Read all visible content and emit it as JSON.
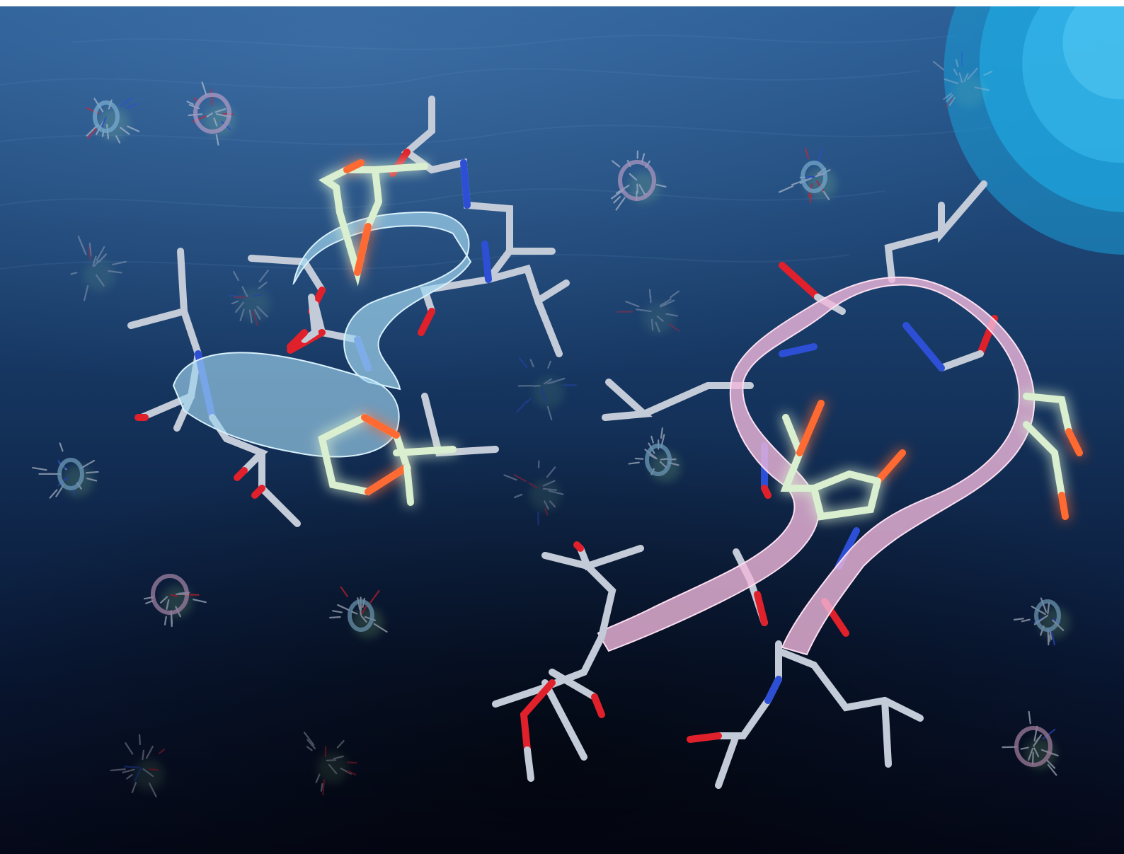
{
  "scene": {
    "kind": "molecular-illustration",
    "palette": {
      "background_top": "#2a5d95",
      "background_mid": "#102a52",
      "background_bottom": "#05091a",
      "top_strip": "#ffffff",
      "corner_arc": "#1aa6e0",
      "helix_ribbon": "#9fd4ef",
      "loop_ribbon": "#f0b8dc",
      "carbon": "#c4cbd8",
      "nitrogen": "#2c4fd6",
      "oxygen": "#e0202a",
      "glow": "#b8ff9a",
      "glow_bond": "#d9efcf",
      "glow_hetero": "#ff6a30"
    },
    "helix_molecule": {
      "structure": "alpha-helix",
      "ribbon_icon": "helix-ribbon-icon",
      "highlighted_rings": 2
    },
    "loop_molecule": {
      "structure": "cyclic-peptide-loop",
      "ribbon_icon": "loop-ribbon-icon",
      "highlighted_side_chains": 3
    },
    "background_molecules": {
      "count": 18,
      "kinds": [
        "helix",
        "loop",
        "stick"
      ]
    },
    "decoration": {
      "corner": "concentric-arc-icon"
    }
  }
}
